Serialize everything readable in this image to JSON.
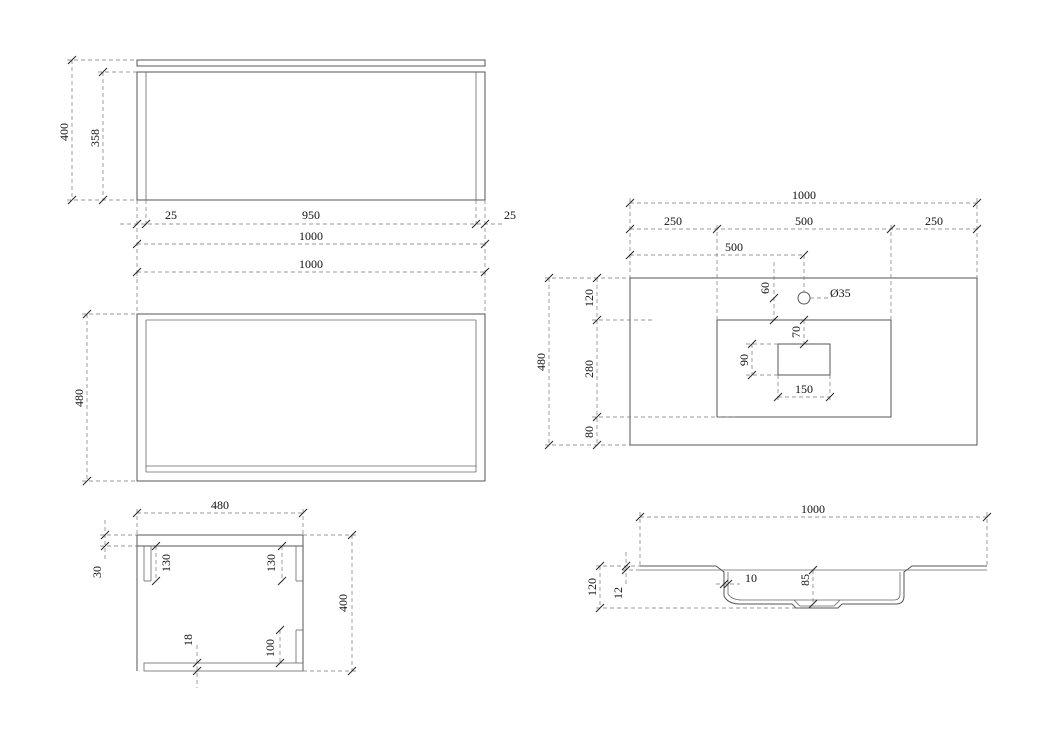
{
  "colors": {
    "line": "#555555",
    "dimension": "#777777",
    "text": "#111111",
    "background": "#ffffff"
  },
  "front_view": {
    "height_total": "400",
    "height_inner": "358",
    "side_left": "25",
    "width_inner": "950",
    "side_right": "25",
    "width_total": "1000"
  },
  "top_view": {
    "width": "1000",
    "depth": "480"
  },
  "side_view": {
    "depth": "480",
    "top_thickness": "30",
    "upper_left": "130",
    "upper_right": "130",
    "height": "400",
    "bottom_thickness": "18",
    "lower_right": "100"
  },
  "basin_plan": {
    "width_total": "1000",
    "margin_left": "250",
    "bowl_width": "500",
    "margin_right": "250",
    "tap_offset": "500",
    "depth": "480",
    "tap_to_back": "120",
    "tap_to_bowl": "60",
    "tap_hole": "Ø35",
    "bowl_depth": "280",
    "front_margin": "80",
    "drain_offset": "70",
    "drain_height": "90",
    "drain_width": "150"
  },
  "basin_section": {
    "width": "1000",
    "total_height": "120",
    "slab_thickness": "12",
    "wall_thickness": "10",
    "bowl_depth": "85"
  }
}
